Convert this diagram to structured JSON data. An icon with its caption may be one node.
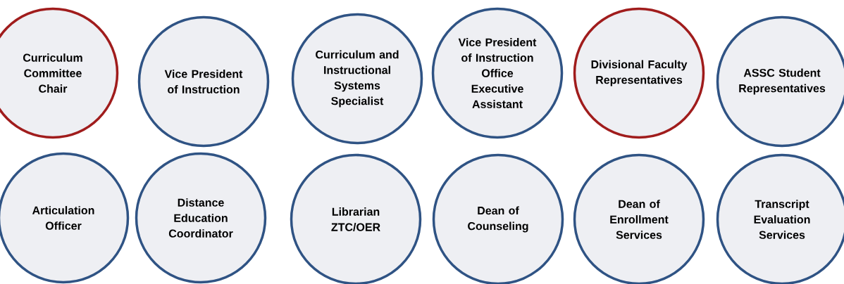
{
  "diagram": {
    "nodes": [
      {
        "text": [
          "Curriculum Committee Chair"
        ]
      },
      {
        "text": [
          "Vice President of Instruction"
        ]
      },
      {
        "text": [
          "Curriculum and Instructional Systems Specialist"
        ]
      },
      {
        "text": [
          "Vice President of Instruction Office Executive Assistant"
        ]
      },
      {
        "text": [
          "Divisional Faculty Representatives"
        ]
      },
      {
        "text": [
          "ASSC Student Representatives"
        ]
      },
      {
        "text": [
          "Articulation Officer"
        ]
      },
      {
        "text": [
          "Distance Education Coordinator"
        ]
      },
      {
        "text": [
          "Librarian ZTC/OER"
        ]
      },
      {
        "text": [
          "Dean of Counseling"
        ]
      },
      {
        "text": [
          "Dean of Enrollment Services"
        ]
      },
      {
        "text": [
          "Transcript Evaluation Services"
        ]
      }
    ]
  }
}
